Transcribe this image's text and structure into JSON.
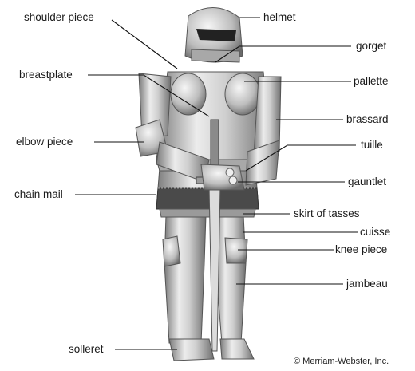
{
  "labels": {
    "shoulder_piece": "shoulder piece",
    "helmet": "helmet",
    "gorget": "gorget",
    "breastplate": "breastplate",
    "pallette": "pallette",
    "brassard": "brassard",
    "elbow_piece": "elbow piece",
    "tuille": "tuille",
    "gauntlet": "gauntlet",
    "chain_mail": "chain mail",
    "skirt_of_tasses": "skirt of tasses",
    "cuisse": "cuisse",
    "knee_piece": "knee piece",
    "jambeau": "jambeau",
    "solleret": "solleret"
  },
  "credit": "© Merriam-Webster, Inc.",
  "colors": {
    "armor_light": "#e8e8e8",
    "armor_mid": "#b9b9b9",
    "armor_dark": "#6e6e6e",
    "leader": "#111111"
  }
}
